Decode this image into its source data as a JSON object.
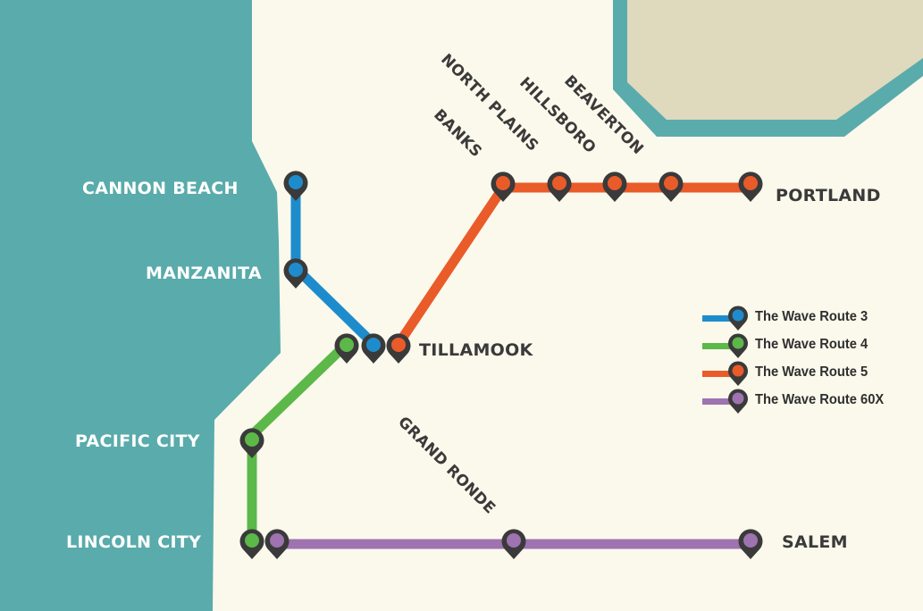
{
  "colors": {
    "water": "#5aabab",
    "land": "#fbf9ec",
    "urban": "#dfd9bd",
    "route3": "#1e8ccc",
    "route4": "#5cb848",
    "route5": "#ea5b2a",
    "route60x": "#9e73b0",
    "pin": "#3a3a3a"
  },
  "cities": {
    "cannon_beach": "CANNON BEACH",
    "manzanita": "MANZANITA",
    "pacific_city": "PACIFIC CITY",
    "lincoln_city": "LINCOLN CITY",
    "tillamook": "TILLAMOOK",
    "portland": "PORTLAND",
    "salem": "SALEM",
    "banks": "BANKS",
    "north_plains": "NORTH PLAINS",
    "hillsboro": "HILLSBORO",
    "beaverton": "BEAVERTON",
    "grand_ronde": "GRAND RONDE"
  },
  "legend": [
    {
      "label": "The Wave Route 3",
      "color": "#1e8ccc",
      "icon": "map-pin-icon"
    },
    {
      "label": "The Wave Route 4",
      "color": "#5cb848",
      "icon": "map-pin-icon"
    },
    {
      "label": "The Wave Route 5",
      "color": "#ea5b2a",
      "icon": "map-pin-icon"
    },
    {
      "label": "The Wave Route 60X",
      "color": "#9e73b0",
      "icon": "map-pin-icon"
    }
  ]
}
